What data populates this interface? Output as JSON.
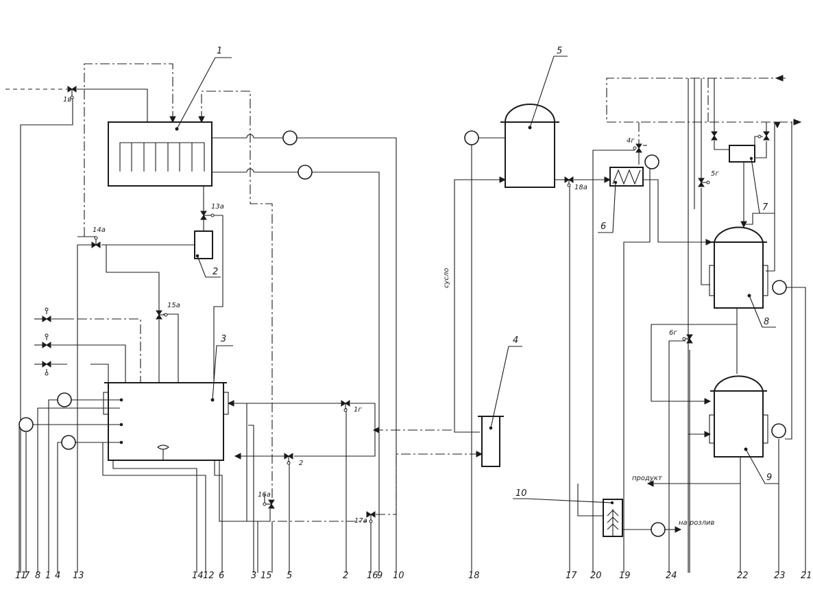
{
  "equipment_labels": [
    "1",
    "2",
    "3",
    "4",
    "5",
    "6",
    "7",
    "8",
    "9",
    "10"
  ],
  "valve_labels": [
    "1в",
    "13а",
    "14а",
    "15а",
    "16а",
    "17а",
    "18а",
    "1г",
    "2",
    "4г",
    "5г",
    "6г"
  ],
  "bottom_labels": [
    "11",
    "7",
    "8",
    "1",
    "4",
    "13",
    "14",
    "12",
    "6",
    "3",
    "15",
    "5",
    "2",
    "16",
    "9",
    "10",
    "18",
    "17",
    "20",
    "19",
    "24",
    "22",
    "23",
    "21"
  ],
  "stream_labels": {
    "wort": "сусло",
    "product": "продукт",
    "to_bottling": "на розлив"
  }
}
